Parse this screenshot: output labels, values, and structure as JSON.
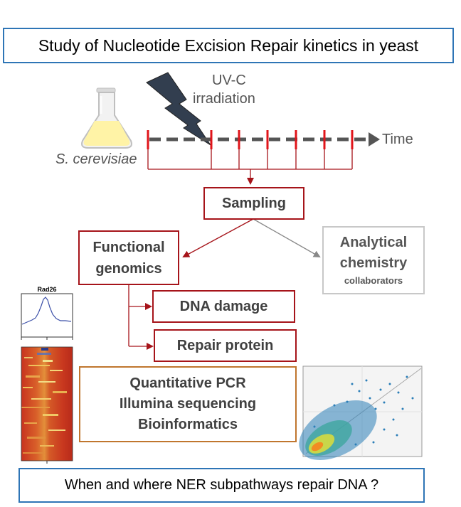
{
  "title": "Study of Nucleotide Excision Repair kinetics in yeast",
  "uv_label_line1": "UV-C",
  "uv_label_line2": "irradiation",
  "organism_label": "S. cerevisiae",
  "time_label": "Time",
  "sampling_label": "Sampling",
  "functional_genomics_line1": "Functional",
  "functional_genomics_line2": "genomics",
  "analytical_line1": "Analytical",
  "analytical_line2": "chemistry",
  "analytical_sub": "collaborators",
  "dna_damage_label": "DNA damage",
  "repair_protein_label": "Repair protein",
  "methods": [
    "Quantitative PCR",
    "Illumina sequencing",
    "Bioinformatics"
  ],
  "profile_plot_title": "Rad26",
  "question": "When and where NER subpathways repair DNA ?",
  "colors": {
    "title_border": "#2e75b6",
    "red": "#a6141a",
    "gray": "#c8c8c8",
    "orange": "#c0762e",
    "dash_gray": "#555555"
  }
}
